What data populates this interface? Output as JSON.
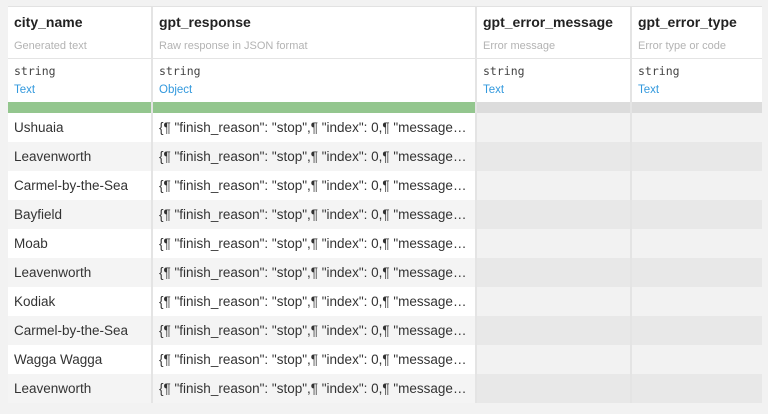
{
  "columns": [
    {
      "name": "city_name",
      "description": "Generated text",
      "storage_type": "string",
      "meaning": "Text",
      "validity": "ok"
    },
    {
      "name": "gpt_response",
      "description": "Raw response in JSON format",
      "storage_type": "string",
      "meaning": "Object",
      "validity": "ok"
    },
    {
      "name": "gpt_error_message",
      "description": "Error message",
      "storage_type": "string",
      "meaning": "Text",
      "validity": "empty"
    },
    {
      "name": "gpt_error_type",
      "description": "Error type or code",
      "storage_type": "string",
      "meaning": "Text",
      "validity": "empty"
    }
  ],
  "rows": [
    {
      "city_name": "Ushuaia",
      "gpt_response": "{¶  \"finish_reason\": \"stop\",¶  \"index\": 0,¶  \"message…",
      "gpt_error_message": "",
      "gpt_error_type": ""
    },
    {
      "city_name": "Leavenworth",
      "gpt_response": "{¶  \"finish_reason\": \"stop\",¶  \"index\": 0,¶  \"message…",
      "gpt_error_message": "",
      "gpt_error_type": ""
    },
    {
      "city_name": "Carmel-by-the-Sea",
      "gpt_response": "{¶  \"finish_reason\": \"stop\",¶  \"index\": 0,¶  \"message…",
      "gpt_error_message": "",
      "gpt_error_type": ""
    },
    {
      "city_name": "Bayfield",
      "gpt_response": "{¶  \"finish_reason\": \"stop\",¶  \"index\": 0,¶  \"message…",
      "gpt_error_message": "",
      "gpt_error_type": ""
    },
    {
      "city_name": "Moab",
      "gpt_response": "{¶  \"finish_reason\": \"stop\",¶  \"index\": 0,¶  \"message…",
      "gpt_error_message": "",
      "gpt_error_type": ""
    },
    {
      "city_name": "Leavenworth",
      "gpt_response": "{¶  \"finish_reason\": \"stop\",¶  \"index\": 0,¶  \"message…",
      "gpt_error_message": "",
      "gpt_error_type": ""
    },
    {
      "city_name": "Kodiak",
      "gpt_response": "{¶  \"finish_reason\": \"stop\",¶  \"index\": 0,¶  \"message…",
      "gpt_error_message": "",
      "gpt_error_type": ""
    },
    {
      "city_name": "Carmel-by-the-Sea",
      "gpt_response": "{¶  \"finish_reason\": \"stop\",¶  \"index\": 0,¶  \"message…",
      "gpt_error_message": "",
      "gpt_error_type": ""
    },
    {
      "city_name": "Wagga Wagga",
      "gpt_response": "{¶  \"finish_reason\": \"stop\",¶  \"index\": 0,¶  \"message…",
      "gpt_error_message": "",
      "gpt_error_type": ""
    },
    {
      "city_name": "Leavenworth",
      "gpt_response": "{¶  \"finish_reason\": \"stop\",¶  \"index\": 0,¶  \"message…",
      "gpt_error_message": "",
      "gpt_error_type": ""
    }
  ],
  "colors": {
    "validity_ok": "#93c68e",
    "validity_empty": "#dcdcdc",
    "meaning_link": "#3399dd"
  }
}
